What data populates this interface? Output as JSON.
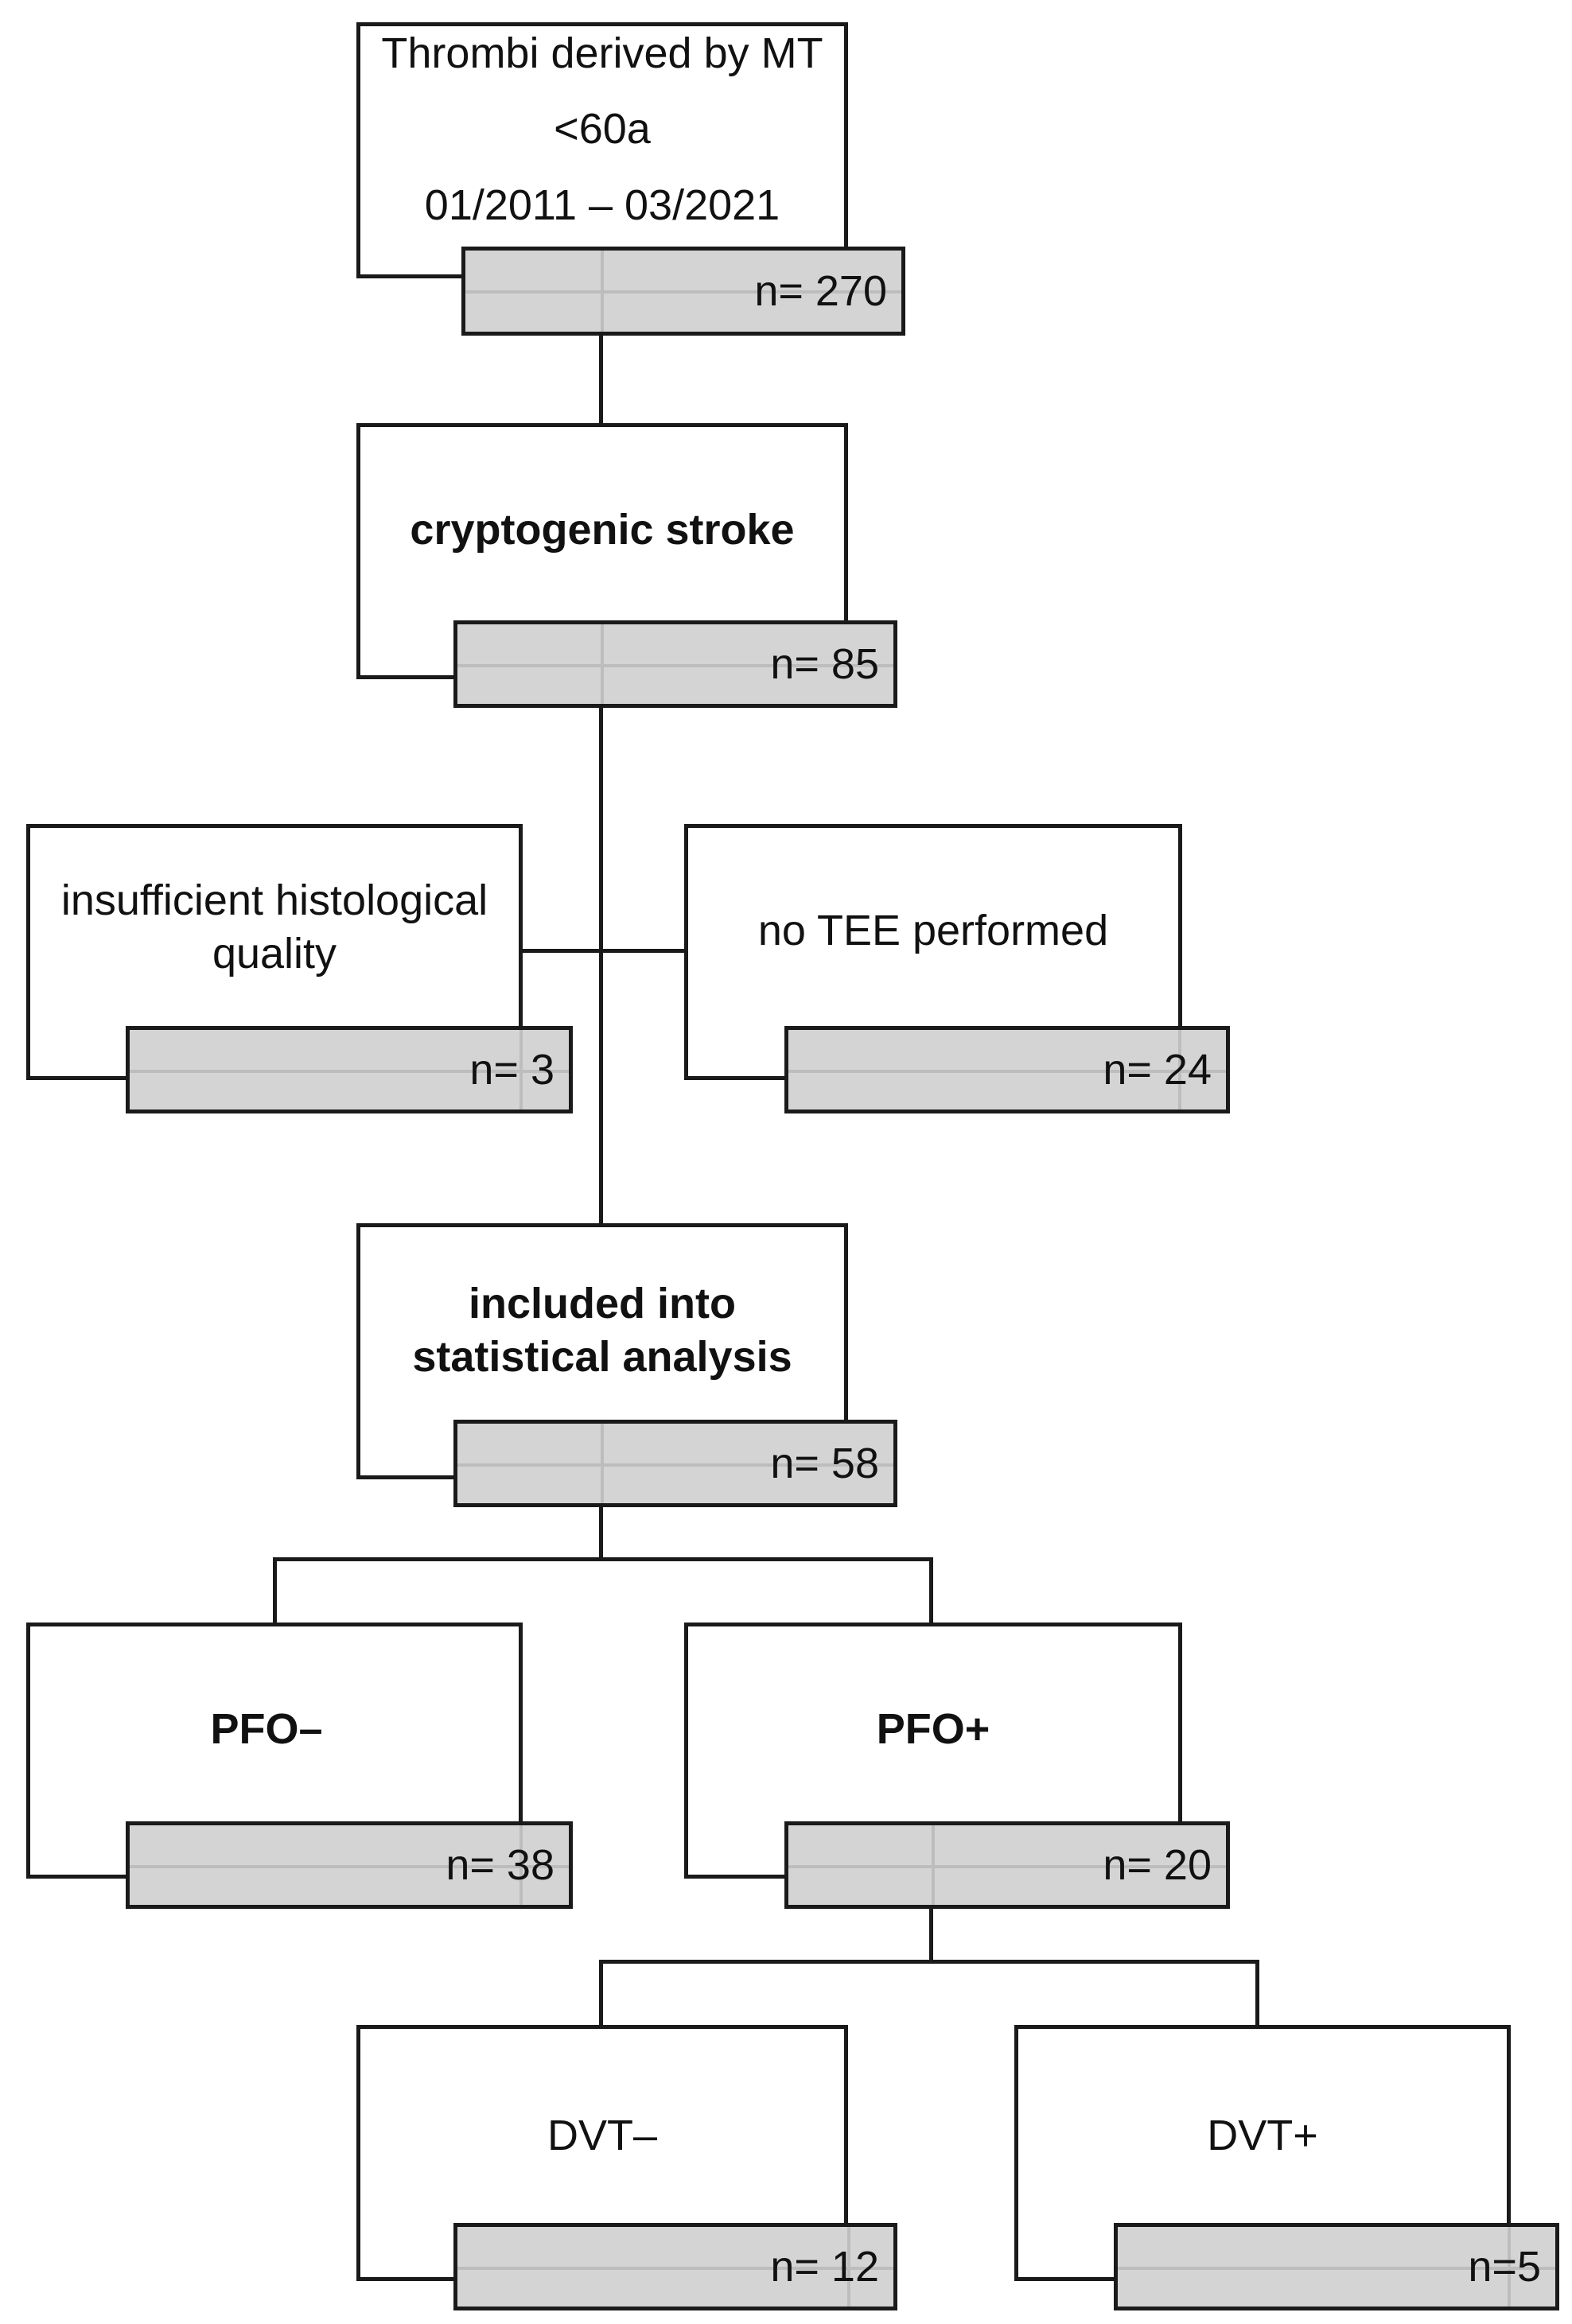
{
  "top": {
    "line1": "Thrombi derived by MT",
    "line2": "<60a",
    "line3": "01/2011 – 03/2021",
    "count": "n= 270"
  },
  "cryptogenic": {
    "line1": "cryptogenic stroke",
    "count": "n= 85"
  },
  "insufficient": {
    "line1": "insufficient histological",
    "line2": "quality",
    "count": "n= 3"
  },
  "no_tee": {
    "line1": "no TEE performed",
    "count": "n= 24"
  },
  "included": {
    "line1": "included into",
    "line2": "statistical analysis",
    "count": "n= 58"
  },
  "pfo_neg": {
    "line1": "PFO–",
    "count": "n= 38"
  },
  "pfo_pos": {
    "line1": "PFO+",
    "count": "n= 20"
  },
  "dvt_neg": {
    "line1": "DVT–",
    "count": "n= 12"
  },
  "dvt_pos": {
    "line1": "DVT+",
    "count": "n=5"
  }
}
